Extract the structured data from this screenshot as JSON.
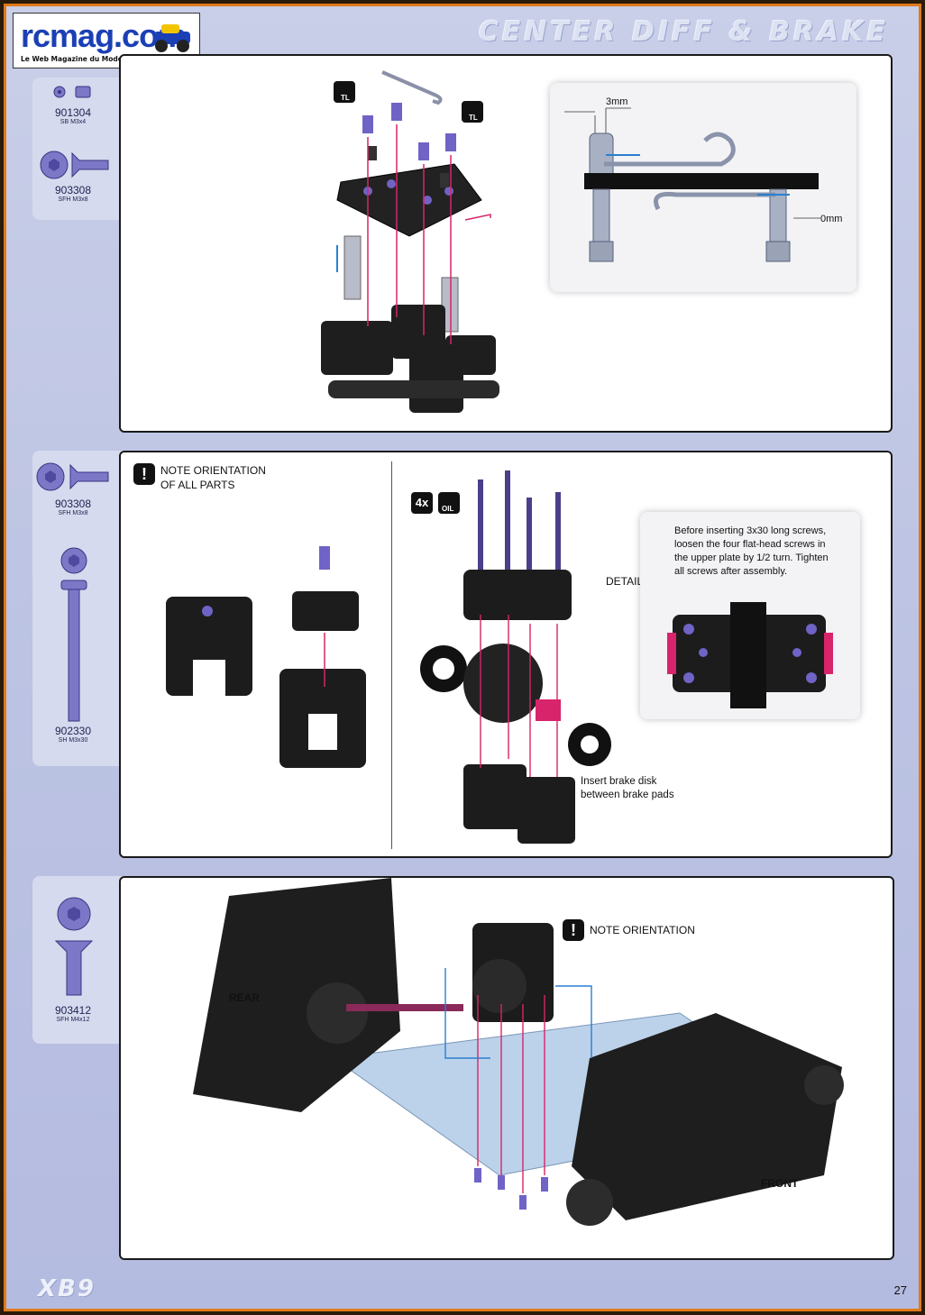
{
  "header": {
    "logo_name": "rcmag.com",
    "logo_tagline": "Le Web Magazine du Modelisme RC",
    "title": "CENTER DIFF & BRAKE"
  },
  "parts_step1": [
    {
      "code": "901304",
      "desc": "SB M3x4"
    },
    {
      "code": "903308",
      "desc": "SFH M3x8"
    }
  ],
  "parts_step2": [
    {
      "code": "903308",
      "desc": "SFH M3x8"
    },
    {
      "code": "902330",
      "desc": "SH M3x30"
    }
  ],
  "parts_step3": [
    {
      "code": "903412",
      "desc": "SFH M4x12"
    }
  ],
  "step1": {
    "tag_tl": "TL",
    "dim_top": "3mm",
    "dim_bottom": "0mm"
  },
  "step2": {
    "note": [
      "NOTE ORIENTATION",
      "OF ALL PARTS"
    ],
    "qty": "4x",
    "tag_oil": "OIL",
    "detail_label": "DETAIL",
    "detail_text": [
      "Before inserting 3x30 long screws,",
      "loosen the four flat-head screws in",
      "the upper plate by 1/2 turn. Tighten",
      "all screws after assembly."
    ],
    "brake_note": [
      "Insert brake disk",
      "between brake pads"
    ]
  },
  "step3": {
    "note": "NOTE ORIENTATION",
    "rear": "REAR",
    "front": "FRONT"
  },
  "footer": {
    "model": "XB9",
    "page": "27"
  },
  "colors": {
    "frame": "#e07a1a",
    "page_bg": "#c3c9e6",
    "arrow_pink": "#d8246a",
    "arrow_blue": "#2a7fd0",
    "screw_purple": "#6f63c6"
  }
}
